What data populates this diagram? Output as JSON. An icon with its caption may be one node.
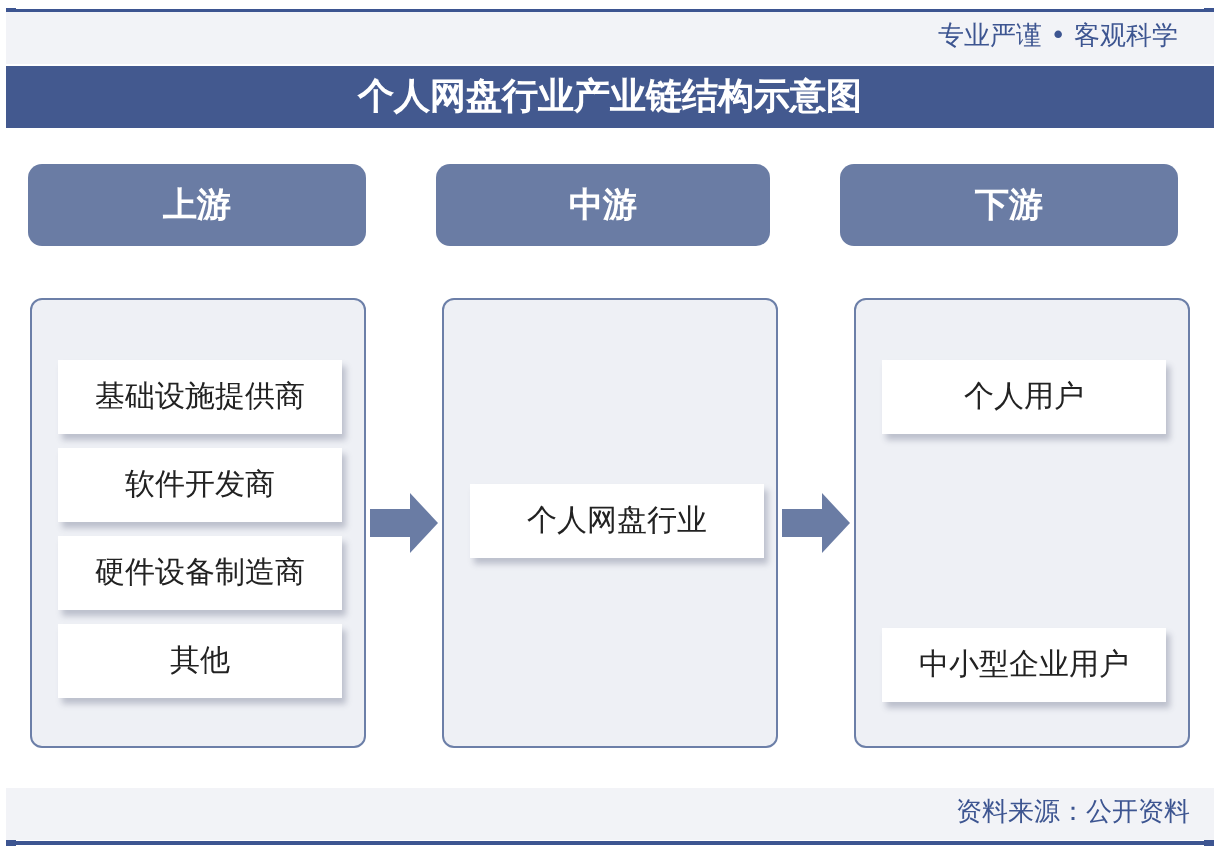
{
  "diagram": {
    "title": "个人网盘行业产业链结构示意图",
    "nodes": [
      {
        "text": [
          "上游"
        ]
      },
      {
        "text": [
          "中游"
        ]
      },
      {
        "text": [
          "下游"
        ]
      },
      {
        "text": [],
        "shape": "box"
      },
      {
        "text": [
          "基础设施提供商"
        ],
        "in": 3
      },
      {
        "text": [
          "软件开发商"
        ],
        "in": 3
      },
      {
        "text": [
          "硬件设备制造商"
        ],
        "in": 3
      },
      {
        "text": [
          "其他"
        ],
        "in": 3
      },
      {
        "text": [],
        "shape": "box"
      },
      {
        "text": [
          "个人网盘行业"
        ],
        "in": 8
      },
      {
        "text": [],
        "shape": "box"
      },
      {
        "text": [
          "个人用户"
        ],
        "in": 10
      },
      {
        "text": [
          "中小型企业用户"
        ],
        "in": 10
      }
    ],
    "edges": [
      {
        "from": 3,
        "to": 8,
        "arrow": "to"
      },
      {
        "from": 8,
        "to": 10,
        "arrow": "to"
      }
    ],
    "labels": [
      "专业严谨 • 客观科学",
      "资料来源：公开资料"
    ]
  }
}
